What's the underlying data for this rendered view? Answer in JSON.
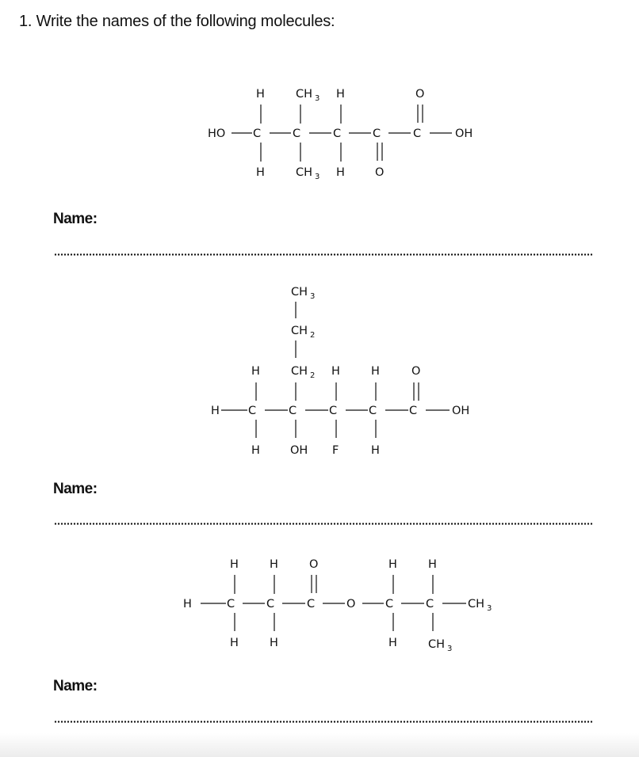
{
  "question": {
    "title": "1. Write the names of the following molecules:"
  },
  "answers": [
    {
      "label": "Name:"
    },
    {
      "label": "Name:"
    },
    {
      "label": "Name:"
    }
  ],
  "molecules": [
    {
      "atoms": [
        "HO",
        "C",
        "C",
        "C",
        "C",
        "C",
        "OH",
        "H",
        "H",
        "CH",
        "3",
        "CH",
        "3",
        "H",
        "H",
        "O",
        "O"
      ]
    },
    {
      "atoms": [
        "H",
        "C",
        "C",
        "C",
        "C",
        "C",
        "OH",
        "H",
        "H",
        "CH",
        "2",
        "CH",
        "2",
        "CH",
        "3",
        "OH",
        "H",
        "F",
        "H",
        "H",
        "O"
      ]
    },
    {
      "atoms": [
        "H",
        "C",
        "C",
        "C",
        "O",
        "C",
        "C",
        "CH",
        "3",
        "H",
        "H",
        "H",
        "H",
        "O",
        "H",
        "H",
        "H",
        "CH",
        "3"
      ]
    }
  ]
}
